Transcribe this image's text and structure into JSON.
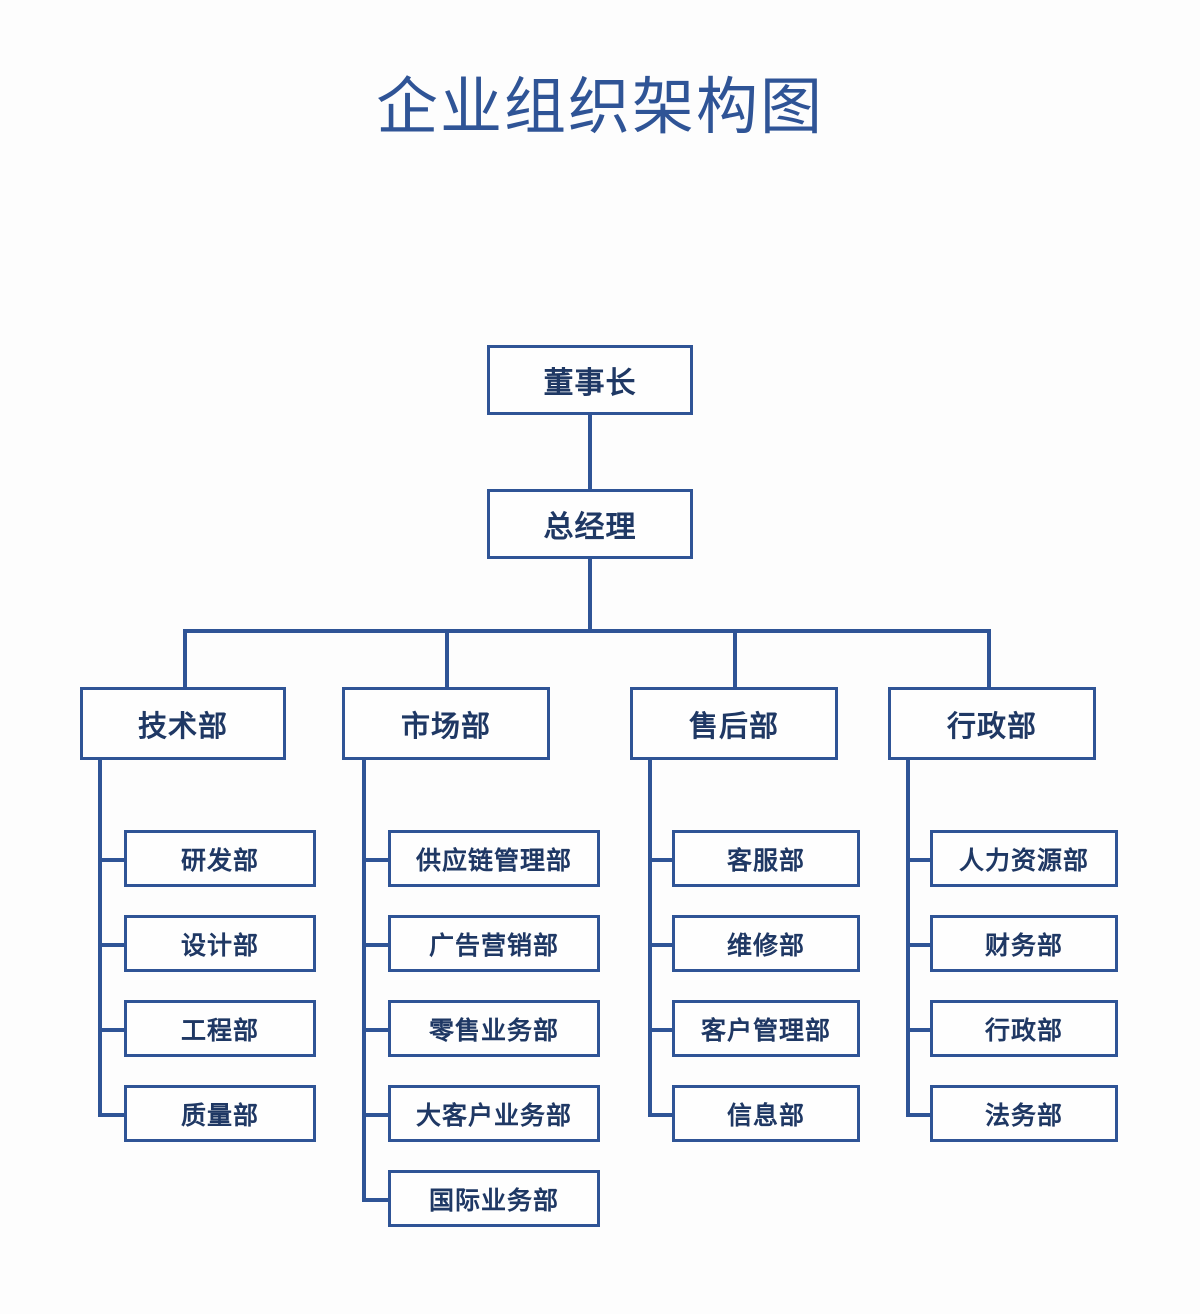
{
  "title": "企业组织架构图",
  "colors": {
    "accent": "#2f5496",
    "text": "#1f3864",
    "box_fill": "#fefefe",
    "page_bg": "#fdfdfd"
  },
  "chart_data": {
    "type": "diagram",
    "diagram_kind": "organization-chart",
    "title": "企业组织架构图",
    "orientation": "top-down",
    "levels": 3,
    "root": "董事长",
    "nodes": [
      {
        "id": "chairman",
        "label": "董事长",
        "level": 1,
        "parent": null
      },
      {
        "id": "gm",
        "label": "总经理",
        "level": 1,
        "parent": "chairman"
      },
      {
        "id": "tech",
        "label": "技术部",
        "level": 2,
        "parent": "gm"
      },
      {
        "id": "market",
        "label": "市场部",
        "level": 2,
        "parent": "gm"
      },
      {
        "id": "aftersales",
        "label": "售后部",
        "level": 2,
        "parent": "gm"
      },
      {
        "id": "admin",
        "label": "行政部",
        "level": 2,
        "parent": "gm"
      },
      {
        "id": "tech-1",
        "label": "研发部",
        "level": 3,
        "parent": "tech"
      },
      {
        "id": "tech-2",
        "label": "设计部",
        "level": 3,
        "parent": "tech"
      },
      {
        "id": "tech-3",
        "label": "工程部",
        "level": 3,
        "parent": "tech"
      },
      {
        "id": "tech-4",
        "label": "质量部",
        "level": 3,
        "parent": "tech"
      },
      {
        "id": "market-1",
        "label": "供应链管理部",
        "level": 3,
        "parent": "market"
      },
      {
        "id": "market-2",
        "label": "广告营销部",
        "level": 3,
        "parent": "market"
      },
      {
        "id": "market-3",
        "label": "零售业务部",
        "level": 3,
        "parent": "market"
      },
      {
        "id": "market-4",
        "label": "大客户业务部",
        "level": 3,
        "parent": "market"
      },
      {
        "id": "market-5",
        "label": "国际业务部",
        "level": 3,
        "parent": "market"
      },
      {
        "id": "after-1",
        "label": "客服部",
        "level": 3,
        "parent": "aftersales"
      },
      {
        "id": "after-2",
        "label": "维修部",
        "level": 3,
        "parent": "aftersales"
      },
      {
        "id": "after-3",
        "label": "客户管理部",
        "level": 3,
        "parent": "aftersales"
      },
      {
        "id": "after-4",
        "label": "信息部",
        "level": 3,
        "parent": "aftersales"
      },
      {
        "id": "admin-1",
        "label": "人力资源部",
        "level": 3,
        "parent": "admin"
      },
      {
        "id": "admin-2",
        "label": "财务部",
        "level": 3,
        "parent": "admin"
      },
      {
        "id": "admin-3",
        "label": "行政部",
        "level": 3,
        "parent": "admin"
      },
      {
        "id": "admin-4",
        "label": "法务部",
        "level": 3,
        "parent": "admin"
      }
    ]
  },
  "top": {
    "chairman": "董事长",
    "general_manager": "总经理"
  },
  "departments": [
    {
      "name": "技术部",
      "children": [
        "研发部",
        "设计部",
        "工程部",
        "质量部"
      ]
    },
    {
      "name": "市场部",
      "children": [
        "供应链管理部",
        "广告营销部",
        "零售业务部",
        "大客户业务部",
        "国际业务部"
      ]
    },
    {
      "name": "售后部",
      "children": [
        "客服部",
        "维修部",
        "客户管理部",
        "信息部"
      ]
    },
    {
      "name": "行政部",
      "children": [
        "人力资源部",
        "财务部",
        "行政部",
        "法务部"
      ]
    }
  ]
}
